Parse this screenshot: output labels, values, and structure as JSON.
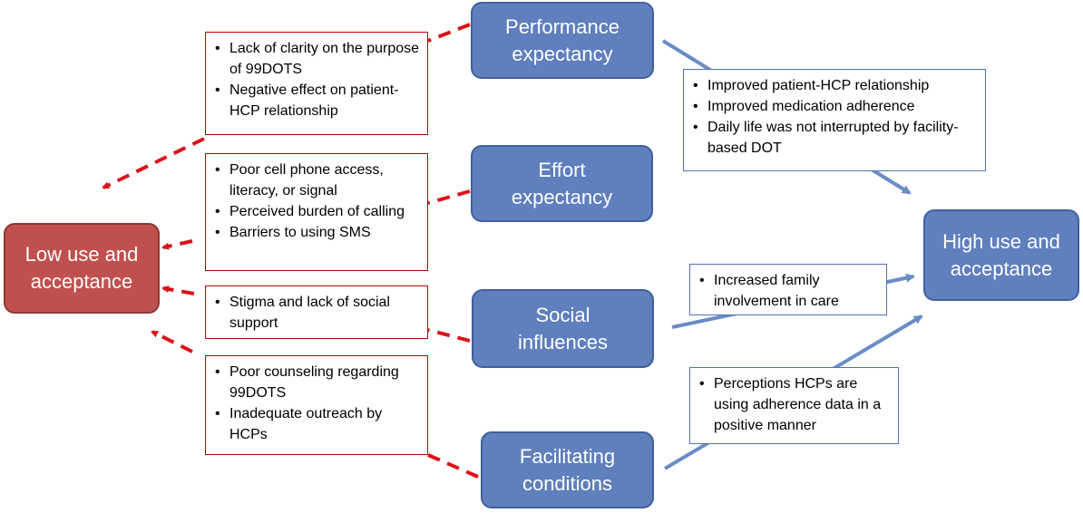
{
  "center_nodes": {
    "performance": "Performance expectancy",
    "effort": "Effort expectancy",
    "social": "Social influences",
    "facilitating": "Facilitating conditions"
  },
  "outcomes": {
    "low": "Low use and acceptance",
    "high": "High use and acceptance"
  },
  "barriers": {
    "performance": [
      "Lack of clarity on the purpose of 99DOTS",
      "Negative effect on patient-HCP relationship"
    ],
    "effort": [
      "Poor cell phone access, literacy, or signal",
      "Perceived burden of calling",
      "Barriers to using SMS"
    ],
    "social": [
      "Stigma and lack of social support"
    ],
    "facilitating": [
      "Poor counseling regarding 99DOTS",
      "Inadequate outreach by HCPs"
    ]
  },
  "facilitators": {
    "performance": [
      "Improved patient-HCP relationship",
      "Improved medication adherence",
      "Daily life was not interrupted by facility-based DOT"
    ],
    "social": [
      "Increased family involvement in care"
    ],
    "facilitating": [
      "Perceptions HCPs are using adherence data in a positive manner"
    ]
  },
  "colors": {
    "node_blue": "#5f7fbd",
    "node_red": "#c0504d",
    "barrier_line": "#d9141b",
    "facilitator_line": "#6a8cc7"
  }
}
